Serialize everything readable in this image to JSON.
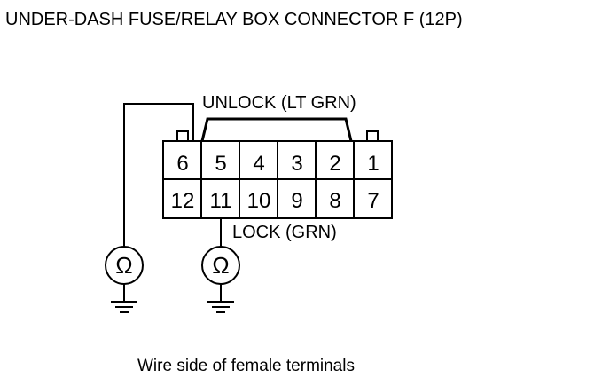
{
  "title": "UNDER-DASH FUSE/RELAY BOX CONNECTOR F (12P)",
  "labels": {
    "unlock": "UNLOCK (LT GRN)",
    "lock": "LOCK (GRN)",
    "caption": "Wire side of female terminals"
  },
  "connector": {
    "top_row": [
      "6",
      "5",
      "4",
      "3",
      "2",
      "1"
    ],
    "bottom_row": [
      "12",
      "11",
      "10",
      "9",
      "8",
      "7"
    ]
  },
  "meters": {
    "left_symbol": "Ω",
    "right_symbol": "Ω"
  }
}
